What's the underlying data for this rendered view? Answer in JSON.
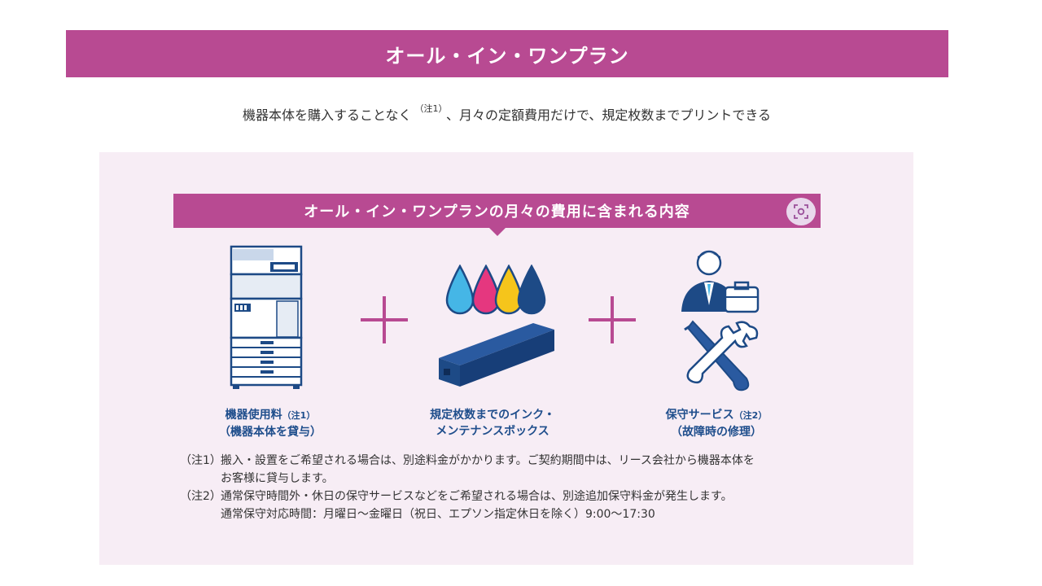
{
  "header": {
    "title": "オール・イン・ワンプラン"
  },
  "intro": {
    "text_before": "機器本体を購入することなく",
    "note_ref": "（注1）",
    "text_after": "、月々の定額費用だけで、規定枚数までプリントできる"
  },
  "panel": {
    "ribbon_title": "オール・イン・ワンプランの月々の費用に含まれる内容",
    "items": [
      {
        "icon": "printer-icon",
        "label_line1": "機器使用料",
        "note": "（注1）",
        "label_line2": "（機器本体を貸与）"
      },
      {
        "icon": "ink-drops-icon",
        "label_line1": "規定枚数までのインク・",
        "label_line2": "メンテナンスボックス"
      },
      {
        "icon": "service-person-tools-icon",
        "label_line1": "保守サービス",
        "note": "（注2）",
        "label_line2": "（故障時の修理）"
      }
    ],
    "footnotes": [
      {
        "mark": "（注1）",
        "lines": [
          "搬入・設置をご希望される場合は、別途料金がかかります。ご契約期間中は、リース会社から機器本体を",
          "お客様に貸与します。"
        ]
      },
      {
        "mark": "（注2）",
        "lines": [
          "通常保守時間外・休日の保守サービスなどをご希望される場合は、別途追加保守料金が発生します。",
          "通常保守対応時間：月曜日～金曜日（祝日、エプソン指定休日を除く）9:00～17:30"
        ]
      }
    ]
  },
  "colors": {
    "accent": "#b84a92",
    "panel_bg": "#f7edf5",
    "label_blue": "#1f4e8c",
    "cyan": "#45b6e6",
    "magenta": "#e5377f",
    "yellow": "#f5c51b",
    "black_ink": "#1d4a86"
  }
}
